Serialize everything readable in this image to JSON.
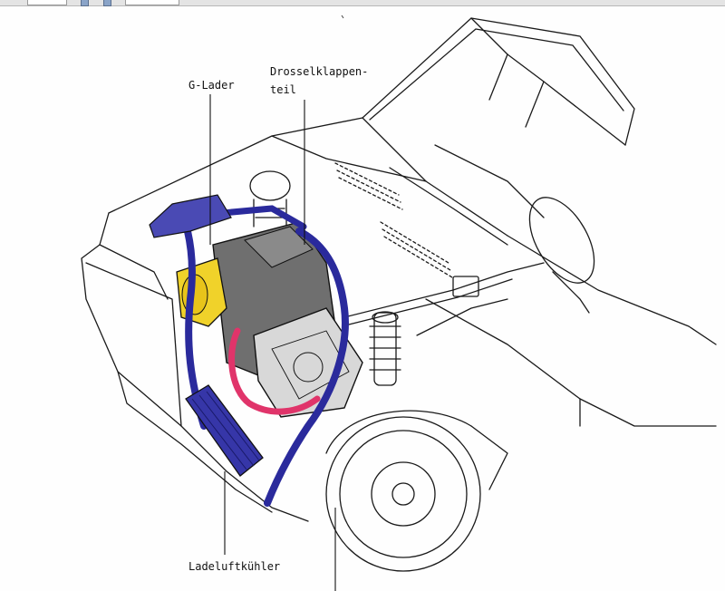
{
  "viewer": {
    "page_field_value": "",
    "zoom_field_value": ""
  },
  "labels": {
    "g_lader": "G-Lader",
    "drosselklappen_line1": "Drosselklappen-",
    "drosselklappen_line2": "teil",
    "ladeluftkuehler": "Ladeluftkühler"
  },
  "colors": {
    "hose_blue": "#2a2a9c",
    "intercooler_blue": "#3636a8",
    "charger_yellow": "#f0d22a",
    "pipe_red": "#e0346a",
    "engine_gray": "#6f6f6f"
  }
}
